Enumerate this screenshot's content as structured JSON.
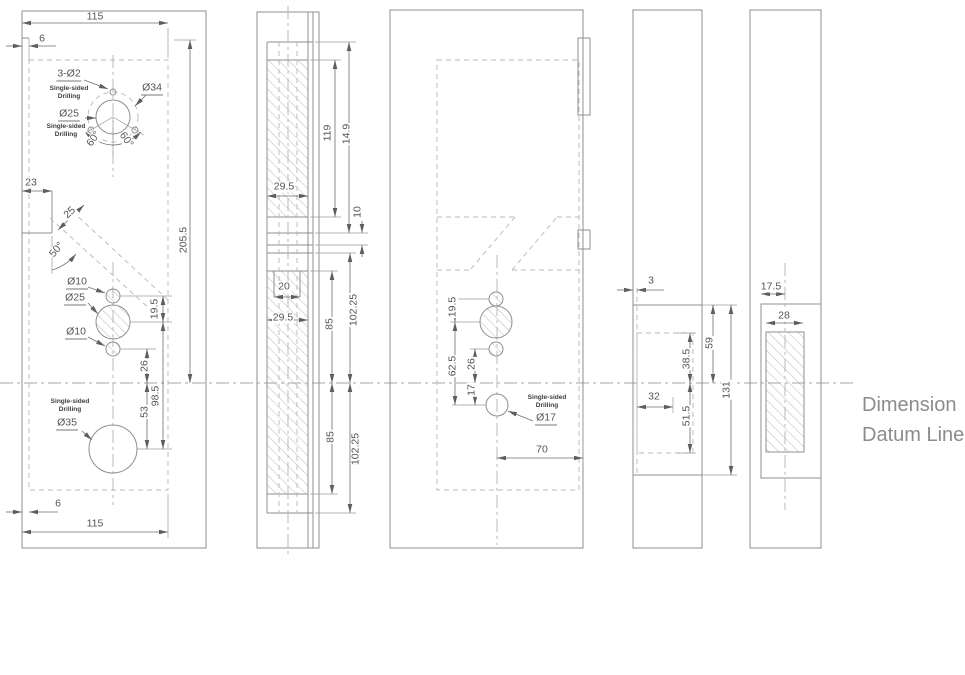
{
  "datum_note": {
    "line1": "Dimension",
    "line2": "Datum Line"
  },
  "drill_note": {
    "line1": "Single-sided",
    "line2": "Drilling"
  },
  "front_view": {
    "w_top": "115",
    "edge_top": "6",
    "holes": "3-Ø2",
    "d34": "Ø34",
    "d25_top": "Ø25",
    "ang_l": "60°",
    "ang_r": "60°",
    "slot": "23",
    "chamfer": "25",
    "chamfer_ang": "50°",
    "height": "205.5",
    "d10_u": "Ø10",
    "d25_m": "Ø25",
    "d10_l": "Ø10",
    "s195": "19.5",
    "s26": "26",
    "s985": "98.5",
    "s53": "53",
    "d35": "Ø35",
    "edge_bot": "6",
    "w_bot": "115"
  },
  "section_view": {
    "depth": "119",
    "total": "14.9",
    "w_top": "29.5",
    "gap": "10",
    "slot": "20",
    "w_bot": "29.5",
    "h85_t": "85",
    "h102_t": "102.25",
    "h85_b": "85",
    "h102_b": "102.25"
  },
  "back_view": {
    "s195": "19.5",
    "s625": "62.5",
    "s26": "26",
    "s17": "17",
    "d17": "Ø17",
    "s70": "70"
  },
  "side_view": {
    "wall": "3",
    "s385": "38.5",
    "s59": "59",
    "s32": "32",
    "s515": "51.5",
    "s131": "131"
  },
  "end_view": {
    "s175": "17.5",
    "s28": "28"
  }
}
